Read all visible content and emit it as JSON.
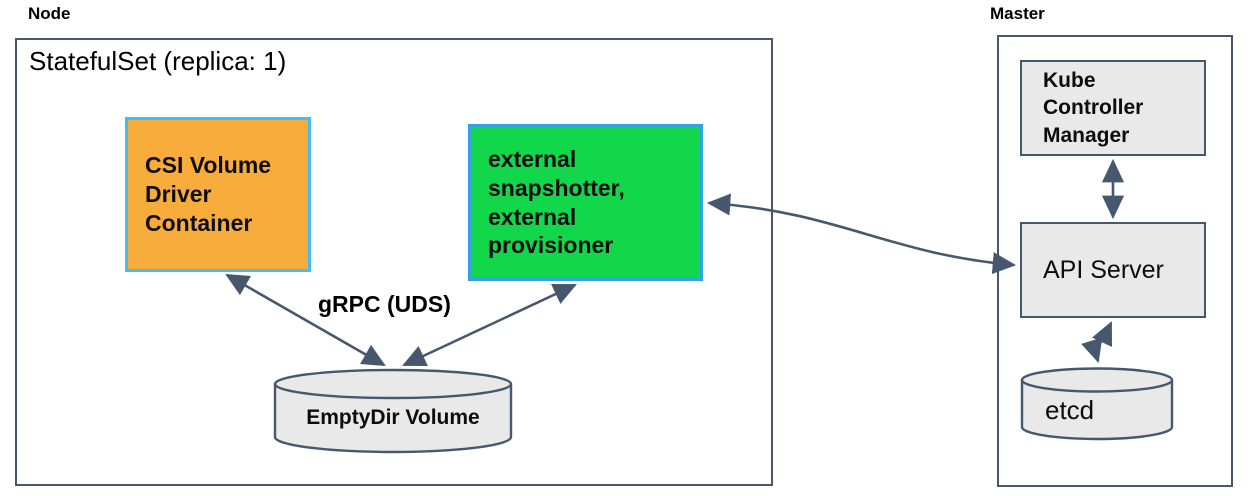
{
  "diagram": {
    "colors": {
      "outline": "#47586e",
      "gray_fill": "#e9e9e9",
      "csi_fill": "#f8ac3b",
      "csi_border": "#41bdf0",
      "sidecar_fill": "#12d74a",
      "sidecar_border": "#2fa3e3"
    },
    "node_section": {
      "label": "Node",
      "statefulset": {
        "title": "StatefulSet (replica: 1)",
        "csi_driver_box": {
          "label": "CSI Volume\nDriver\nContainer"
        },
        "sidecar_box": {
          "label": "external\nsnapshotter,\nexternal\nprovisioner"
        },
        "grpc_label": "gRPC (UDS)",
        "emptydir_cylinder": {
          "label": "EmptyDir Volume"
        }
      }
    },
    "master_section": {
      "label": "Master",
      "kube_controller_manager_box": {
        "label": "Kube\nController\nManager"
      },
      "api_server_box": {
        "label": "API Server"
      },
      "etcd_cylinder": {
        "label": "etcd"
      }
    }
  }
}
